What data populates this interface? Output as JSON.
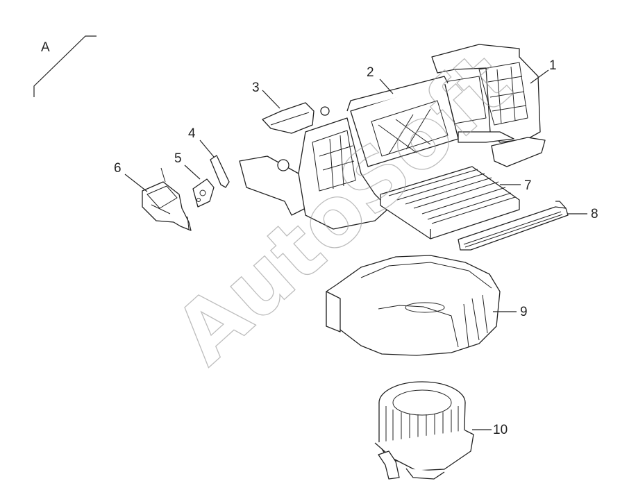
{
  "view_label": "A",
  "watermark": "AutoSoft",
  "callouts": [
    {
      "id": "callout-1",
      "text": "1"
    },
    {
      "id": "callout-2",
      "text": "2"
    },
    {
      "id": "callout-3",
      "text": "3"
    },
    {
      "id": "callout-4",
      "text": "4"
    },
    {
      "id": "callout-5",
      "text": "5"
    },
    {
      "id": "callout-6",
      "text": "6"
    },
    {
      "id": "callout-7",
      "text": "7"
    },
    {
      "id": "callout-8",
      "text": "8"
    },
    {
      "id": "callout-9",
      "text": "9"
    },
    {
      "id": "callout-10",
      "text": "10"
    }
  ]
}
